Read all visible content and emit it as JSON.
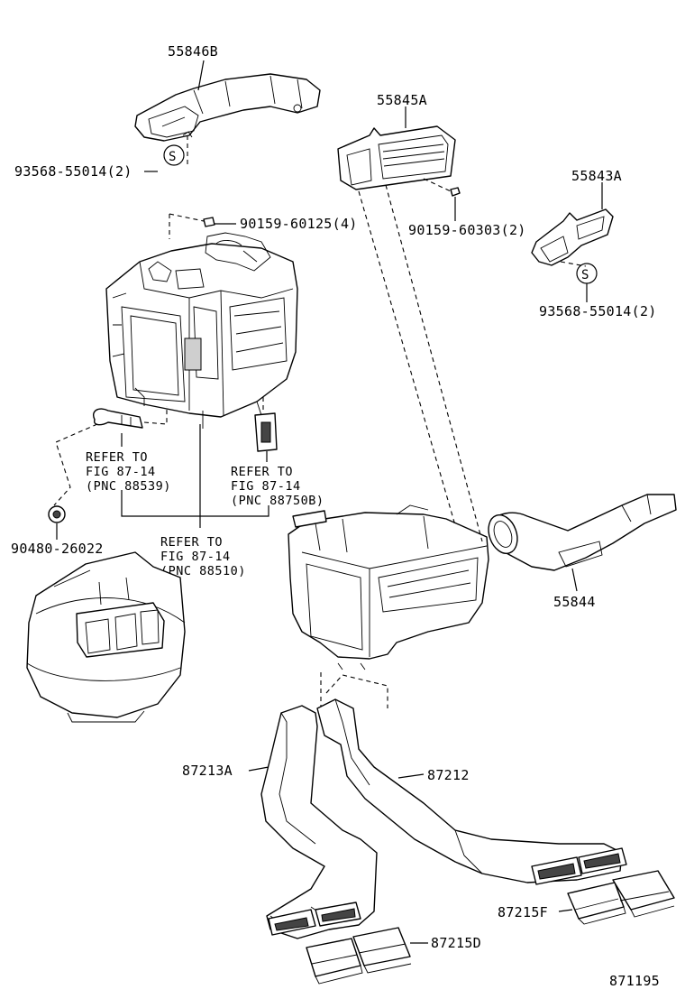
{
  "labels": {
    "p55846B": "55846B",
    "p55845A": "55845A",
    "p55843A": "55843A",
    "p93568_left": "93568-55014(2)",
    "p93568_right": "93568-55014(2)",
    "p90159_60125": "90159-60125(4)",
    "p90159_60303": "90159-60303(2)",
    "p90480": "90480-26022",
    "p55844": "55844",
    "p87213A": "87213A",
    "p87212": "87212",
    "p87215F": "87215F",
    "p87215D": "87215D",
    "figure_id": "871195"
  },
  "refers": {
    "a": {
      "line1": "REFER TO",
      "line2": "FIG 87-14",
      "line3": "(PNC 88539)"
    },
    "b": {
      "line1": "REFER TO",
      "line2": "FIG 87-14",
      "line3": "(PNC 88750B)"
    },
    "c": {
      "line1": "REFER TO",
      "line2": "FIG 87-14",
      "line3": "(PNC 88510)"
    }
  },
  "symbols": {
    "s_left": "S",
    "s_right": "S"
  },
  "icons": {
    "duct": "air-duct-icon",
    "screw": "screw-icon",
    "clip": "clip-icon",
    "unit": "heater-unit-icon",
    "blower": "blower-icon"
  }
}
